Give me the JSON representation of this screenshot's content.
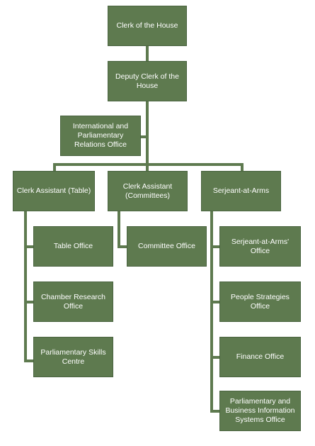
{
  "nodes": {
    "clerk": "Clerk of the House",
    "deputy": "Deputy Clerk of the House",
    "intl": "International and Parliamentary Relations Office",
    "ca_table": "Clerk Assistant (Table)",
    "ca_committees": "Clerk Assistant (Committees)",
    "serjeant": "Serjeant-at-Arms",
    "table_office": "Table Office",
    "chamber_research": "Chamber Research Office",
    "skills": "Parliamentary Skills Centre",
    "committee_office": "Committee Office",
    "serjeant_office": "Serjeant-at-Arms' Office",
    "people": "People Strategies Office",
    "finance": "Finance Office",
    "pbis": "Parliamentary and Business Information Systems Office"
  },
  "colors": {
    "box": "#5e7a4f",
    "text": "#ffffff"
  }
}
